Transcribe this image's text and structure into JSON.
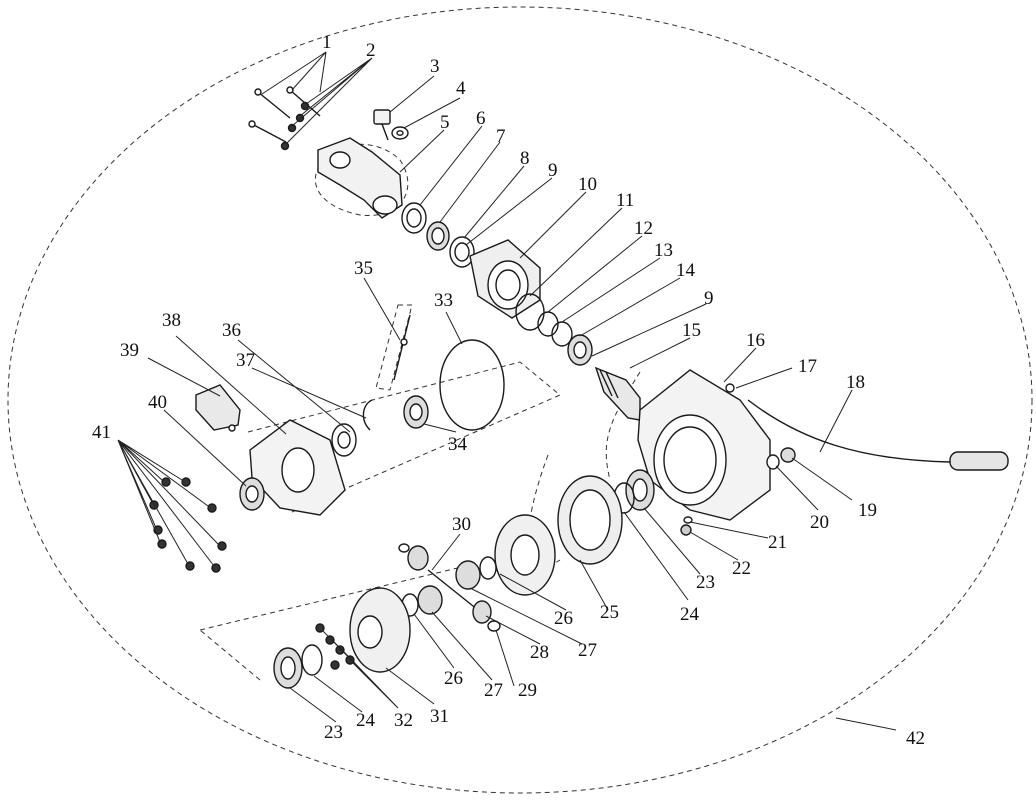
{
  "diagram": {
    "labels": [
      "1",
      "2",
      "3",
      "4",
      "5",
      "6",
      "7",
      "8",
      "9",
      "10",
      "11",
      "12",
      "13",
      "14",
      "9",
      "15",
      "16",
      "17",
      "18",
      "19",
      "20",
      "21",
      "22",
      "23",
      "24",
      "25",
      "26",
      "27",
      "28",
      "29",
      "30",
      "26",
      "27",
      "29",
      "31",
      "32",
      "24",
      "23",
      "33",
      "34",
      "35",
      "36",
      "37",
      "38",
      "39",
      "40",
      "41",
      "42"
    ]
  }
}
